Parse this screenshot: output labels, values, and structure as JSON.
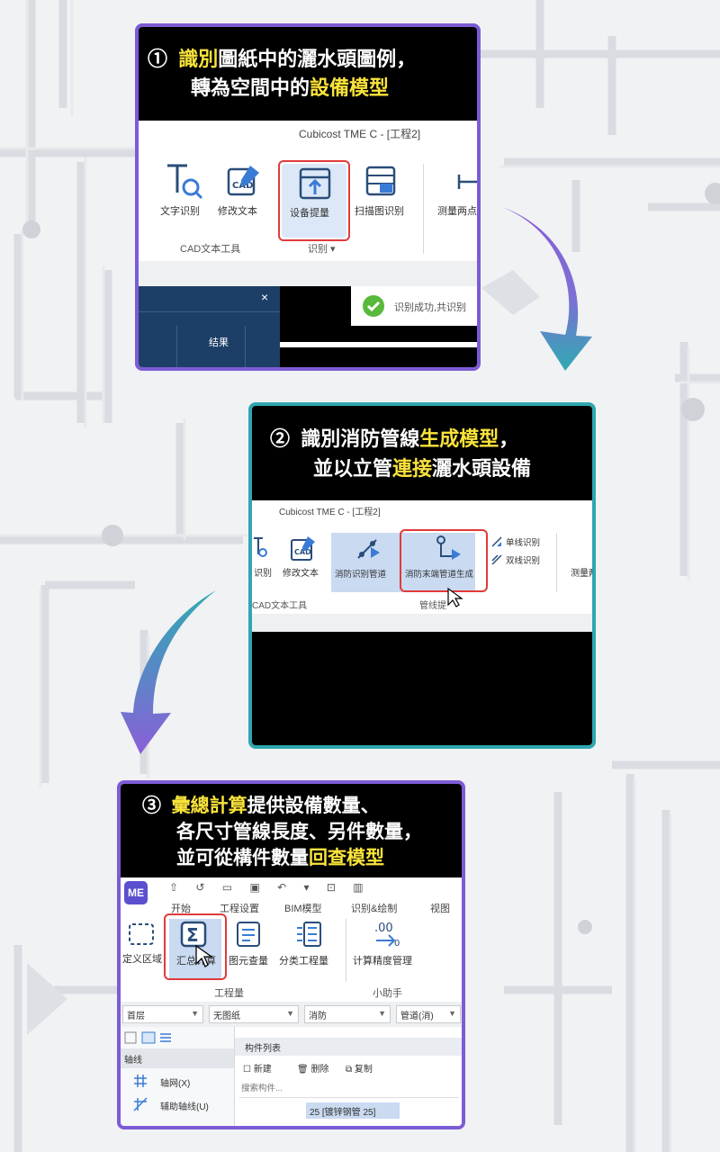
{
  "step1": {
    "number": "①",
    "line1": [
      {
        "t": "識別",
        "hl": true
      },
      {
        "t": "圖紙中的灑水頭圖例，",
        "hl": false
      }
    ],
    "line2": [
      {
        "t": "轉為空間中的",
        "hl": false
      },
      {
        "t": "設備模型",
        "hl": true
      }
    ],
    "app_title": "Cubicost TME C - [工程2]",
    "tools": [
      "文字识别",
      "修改文本",
      "设备提量",
      "扫描图识别",
      "测量两点"
    ],
    "group_cad": "CAD文本工具",
    "group_recog": "识别",
    "panel_tab": "结果",
    "close": "×",
    "toast": "识别成功,共识别"
  },
  "step2": {
    "number": "②",
    "line1": [
      {
        "t": "識別消防管線",
        "hl": false
      },
      {
        "t": "生成模型",
        "hl": true
      },
      {
        "t": "，",
        "hl": false
      }
    ],
    "line2": [
      {
        "t": "並以立管",
        "hl": false
      },
      {
        "t": "連接",
        "hl": true
      },
      {
        "t": "灑水頭設備",
        "hl": false
      }
    ],
    "app_title": "Cubicost TME C - [工程2]",
    "tools": [
      "识别",
      "修改文本",
      "消防识别管道",
      "消防末端管道生成"
    ],
    "side_tools": [
      "单线识别",
      "双线识别"
    ],
    "measure": "测量两",
    "group_cad": "CAD文本工具",
    "group_pipe": "管线提"
  },
  "step3": {
    "number": "③",
    "line1": [
      {
        "t": "彙總計算",
        "hl": true
      },
      {
        "t": "提供設備數量、",
        "hl": false
      }
    ],
    "line2": [
      {
        "t": "各尺寸管線長度、另件數量，",
        "hl": false
      }
    ],
    "line3": [
      {
        "t": "並可從構件數量",
        "hl": false
      },
      {
        "t": "回查模型",
        "hl": true
      }
    ],
    "logo": "ME",
    "tabs": [
      "开始",
      "工程设置",
      "BIM模型",
      "识别&绘制",
      "视图"
    ],
    "tools": [
      "定义区域",
      "汇总计算",
      "图元查量",
      "分类工程量",
      "计算精度管理"
    ],
    "group_qty": "工程量",
    "group_helper": "小助手",
    "dropdowns": [
      "首层",
      "无图纸",
      "消防",
      "管道(消)"
    ],
    "tree_head": "轴线",
    "tree_items": [
      "轴网(X)",
      "辅助轴线(U)"
    ],
    "list_title": "构件列表",
    "list_actions": [
      "新建",
      "删除",
      "复制"
    ],
    "search_placeholder": "搜索构件...",
    "list_item": "25 [镀锌钢管 25]"
  },
  "colors": {
    "purple": "#7c5cd6",
    "teal": "#2fa7b0",
    "highlight": "#f9e33b",
    "red": "#e13a3a"
  }
}
